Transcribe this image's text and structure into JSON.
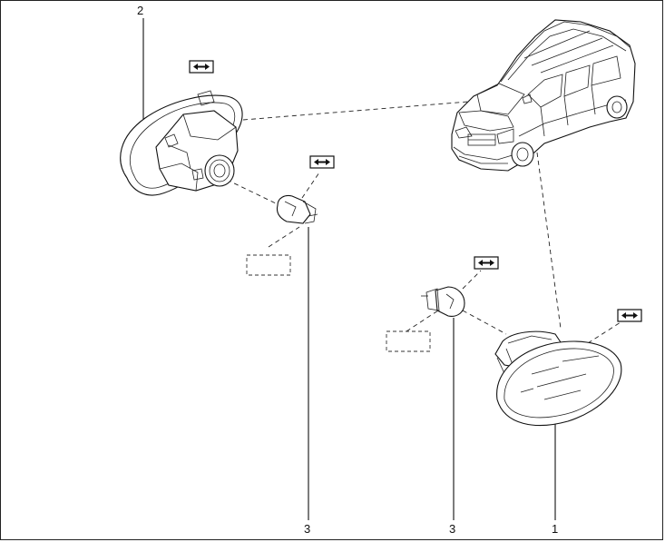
{
  "diagram": {
    "callouts": [
      {
        "id": "c2",
        "label": "2"
      },
      {
        "id": "c3a",
        "label": "3"
      },
      {
        "id": "c3b",
        "label": "3"
      },
      {
        "id": "c1",
        "label": "1"
      }
    ],
    "icons": {
      "action_symbol": "remove-arrow-symbol",
      "placeholder_box": "dashed-empty-label-box",
      "vehicle": "minivan-car-illustration",
      "bulb": "wedge-bulb-illustration",
      "lamp": "side-repeater-lamp-illustration"
    },
    "colors": {
      "ink": "#111111",
      "background": "#ffffff"
    }
  }
}
